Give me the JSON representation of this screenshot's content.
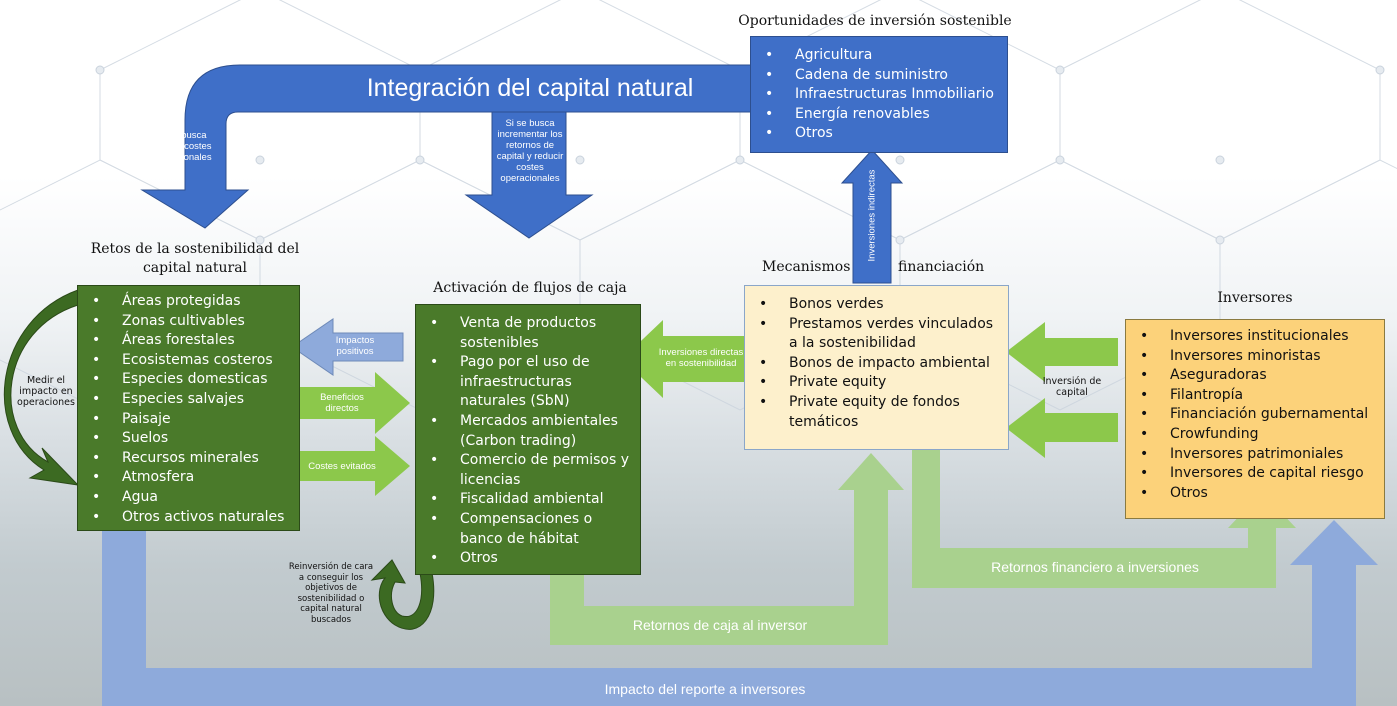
{
  "title": "Integración del capital natural",
  "oportunidades": {
    "heading": "Oportunidades de inversión sostenible",
    "items": [
      "Agricultura",
      "Cadena de suministro",
      "Infraestructuras Inmobiliario",
      "Energía renovables",
      "Otros"
    ]
  },
  "retos": {
    "heading": "Retos de la sostenibilidad del capital natural",
    "items": [
      "Áreas protegidas",
      "Zonas cultivables",
      "Áreas forestales",
      "Ecosistemas costeros",
      "Especies domesticas",
      "Especies salvajes",
      "Paisaje",
      "Suelos",
      "Recursos minerales",
      "Atmosfera",
      "Agua",
      "Otros activos naturales"
    ]
  },
  "activacion": {
    "heading": "Activación de flujos de caja",
    "items": [
      "Venta de productos sostenibles",
      "Pago por el uso de infraestructuras naturales (SbN)",
      "Mercados ambientales (Carbon trading)",
      "Comercio de permisos y licencias",
      "Fiscalidad ambiental",
      "Compensaciones o banco de hábitat",
      "Otros"
    ]
  },
  "mecanismos": {
    "heading_left": "Mecanismos",
    "heading_right": "financiación",
    "items": [
      "Bonos verdes",
      "Prestamos verdes vinculados a la sostenibilidad",
      "Bonos de impacto ambiental",
      "Private equity",
      "Private equity de fondos temáticos"
    ]
  },
  "inversores": {
    "heading": "Inversores",
    "items": [
      "Inversores institucionales",
      "Inversores minoristas",
      "Aseguradoras",
      "Filantropía",
      "Financiación gubernamental",
      "Crowfunding",
      "Inversores patrimoniales",
      "Inversores de capital riesgo",
      "Otros"
    ]
  },
  "labels": {
    "reducir_costes": "Si se busca reducir costes operacionales",
    "incrementar": "Si se busca incrementar los retornos de capital y reducir costes operacionales",
    "inversiones_indirectas": "Inversiones indirectas",
    "impactos_positivos": "Impactos positivos",
    "beneficios_directos": "Beneficios directos",
    "costes_evitados": "Costes evitados",
    "medir_impacto": "Medir el impacto en operaciones",
    "inversiones_directas": "Inversiones directas en sostenibilidad",
    "inversion_capital": "Inversión de capital",
    "reinversion": "Reinversión de cara a conseguir los objetivos de sostenibilidad o capital natural buscados",
    "retornos_caja": "Retornos de caja al inversor",
    "retornos_financiero": "Retornos financiero a inversiones",
    "impacto_reporte": "Impacto del reporte a inversores"
  },
  "colors": {
    "blue": "#3f6fc8",
    "dark_green": "#4a7a2a",
    "light_green": "#8cc84b",
    "pale_green": "#a9d18e",
    "light_blue": "#8eaadb",
    "cream": "#fdf0cc",
    "orange": "#fcd27a"
  }
}
